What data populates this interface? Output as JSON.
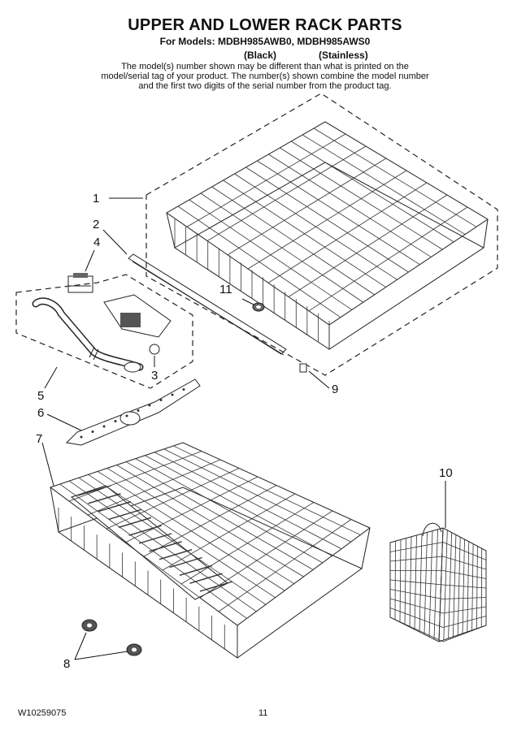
{
  "header": {
    "title": "UPPER AND LOWER RACK PARTS",
    "models": "For Models: MDBH985AWB0, MDBH985AWS0",
    "variant_black": "(Black)",
    "variant_stainless": "(Stainless)",
    "note": "The model(s) number shown may be different than what is printed on the model/serial tag of your product. The number(s) shown combine the model number and the first two digits of the serial number from the product tag."
  },
  "callouts": {
    "c1": "1",
    "c2": "2",
    "c3": "3",
    "c4": "4",
    "c5": "5",
    "c6": "6",
    "c7": "7",
    "c8": "8",
    "c9": "9",
    "c10": "10",
    "c11": "11"
  },
  "footer": {
    "doc_number": "W10259075",
    "page_number": "11"
  }
}
